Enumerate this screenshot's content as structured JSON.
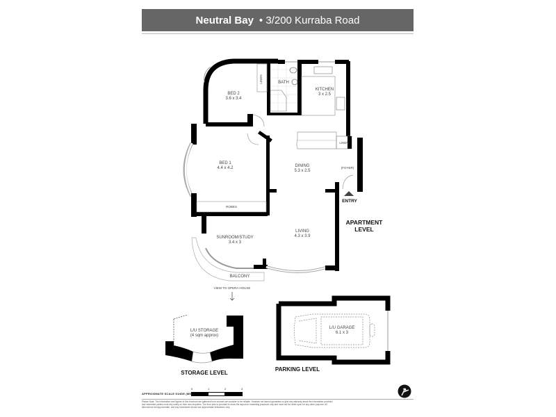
{
  "header": {
    "location": "Neutral Bay",
    "address": "• 3/200 Kurraba Road",
    "background_color": "#666666"
  },
  "apartment_level": {
    "level_label_line1": "APARTMENT",
    "level_label_line2": "LEVEL",
    "entry_label": "ENTRY",
    "rooms": [
      {
        "name": "BED 2",
        "dims": "3.6 x 3.4"
      },
      {
        "name": "BATH",
        "dims": ""
      },
      {
        "name": "KITCHEN",
        "dims": "3 x 2.5"
      },
      {
        "name": "BED 1",
        "dims": "4.4 x 4.2"
      },
      {
        "name": "DINING",
        "dims": "5.3 x 2.5"
      },
      {
        "name": "(FOYER)",
        "dims": ""
      },
      {
        "name": "SUNROOM/STUDY",
        "dims": "3.4 x 3"
      },
      {
        "name": "LIVING",
        "dims": "4.3 x 3.9"
      },
      {
        "name": "BALCONY",
        "dims": ""
      }
    ],
    "fixtures": {
      "linen": "LINEN",
      "robes": "ROBES",
      "linen2": "LINEN"
    },
    "view_note": "VIEW TO OPERA HOUSE"
  },
  "storage_level": {
    "level_label": "STORAGE LEVEL",
    "room_name": "L/U STORAGE",
    "room_note": "(4 sqm approx)"
  },
  "parking_level": {
    "level_label": "PARKING LEVEL",
    "room_name": "L/U GARAGE",
    "room_dims": "6.1 x 3"
  },
  "footer": {
    "scale_label": "APPROXIMATE SCALE GUIDE (METRES)",
    "scale_ticks": [
      "0",
      "1",
      "2",
      "3"
    ],
    "disclaimer": "Please Note: The information and figures in this brochure are gathered from sources we consider to be reliable. However we cannot guarantee or give any warranty about the information provided and interested parties must rely solely on their own enquiries. The floor plan is provided to show the layout for marketing purposes only and must not be relied upon for any other purpose. All dimensions are approximate, and any boundaries shown are approximate indications only."
  }
}
